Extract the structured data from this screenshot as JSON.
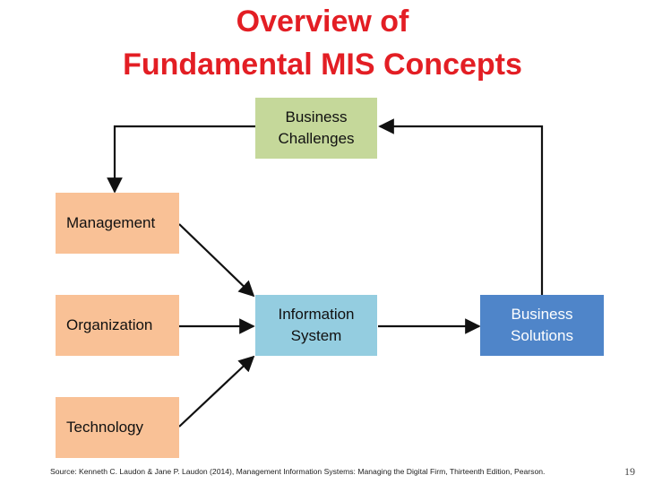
{
  "slide": {
    "title_line1": "Overview of",
    "title_line2": "Fundamental MIS Concepts",
    "source": "Source: Kenneth C. Laudon & Jane P. Laudon (2014), Management Information Systems: Managing the Digital Firm, Thirteenth Edition, Pearson.",
    "page_number": "19"
  },
  "boxes": {
    "business_challenges": {
      "label": "Business\nChallenges",
      "color": "#c5d89a"
    },
    "management": {
      "label": "Management",
      "color": "#f9c196"
    },
    "organization": {
      "label": "Organization",
      "color": "#f9c196"
    },
    "technology": {
      "label": "Technology",
      "color": "#f9c196"
    },
    "information_system": {
      "label": "Information\nSystem",
      "color": "#94cde0"
    },
    "business_solutions": {
      "label": "Business\nSolutions",
      "color": "#4f85c9",
      "text_color": "#ffffff"
    }
  },
  "colors": {
    "title": "#e31e24",
    "arrow": "#111111"
  }
}
